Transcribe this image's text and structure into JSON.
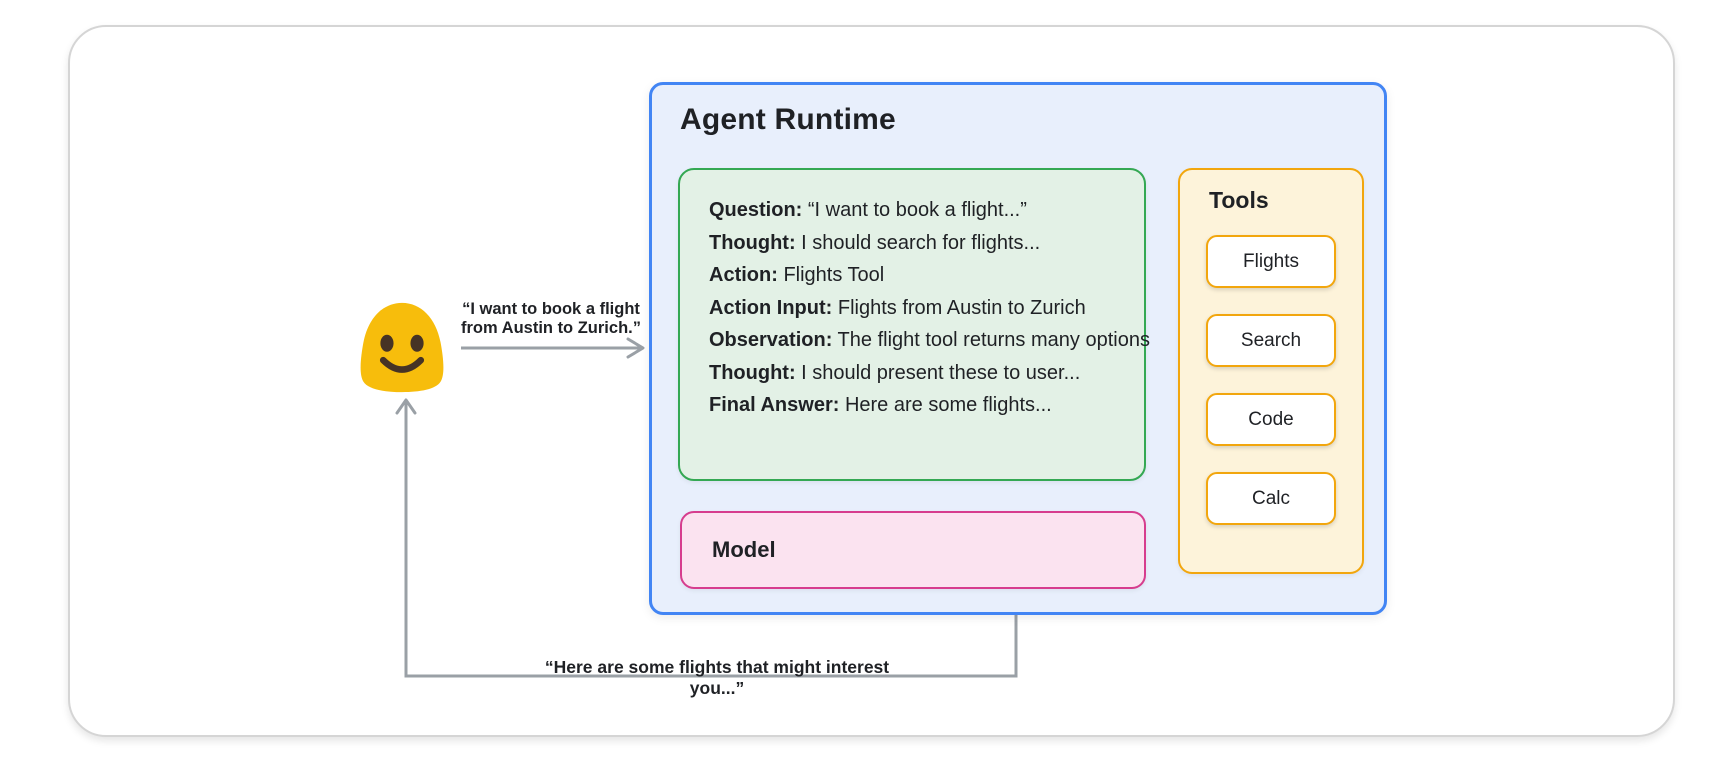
{
  "diagram": {
    "user": {
      "icon": "blob-smiley-emoji",
      "request": {
        "line1": "“I want to book a flight",
        "line2": "from Austin to Zurich.”"
      },
      "response": "“Here are some flights that might interest you...”"
    },
    "agent_runtime": {
      "title": "Agent Runtime",
      "trace": [
        {
          "label": "Question:",
          "text": " “I want to book a flight...”"
        },
        {
          "label": "Thought:",
          "text": " I should search for flights..."
        },
        {
          "label": "Action:",
          "text": " Flights Tool"
        },
        {
          "label": "Action Input:",
          "text": " Flights from Austin to Zurich"
        },
        {
          "label": "Observation:",
          "text": " The flight tool returns many options"
        },
        {
          "label": "Thought:",
          "text": " I should present these to user..."
        },
        {
          "label": "Final Answer:",
          "text": " Here are some flights..."
        }
      ],
      "model": {
        "label": "Model"
      },
      "tools": {
        "title": "Tools",
        "buttons": [
          "Flights",
          "Search",
          "Code",
          "Calc"
        ]
      }
    },
    "colors": {
      "agent_border": "#4285f4",
      "agent_bg": "#e8effc",
      "trace_border": "#34a853",
      "trace_bg": "#e3f1e6",
      "model_border": "#d63d8e",
      "model_bg": "#fbe3f0",
      "tools_border": "#f2a60d",
      "tools_bg": "#fdf3da",
      "arrow": "#9aa0a6",
      "emoji_yellow": "#f7bd0c",
      "emoji_face": "#463325"
    }
  }
}
